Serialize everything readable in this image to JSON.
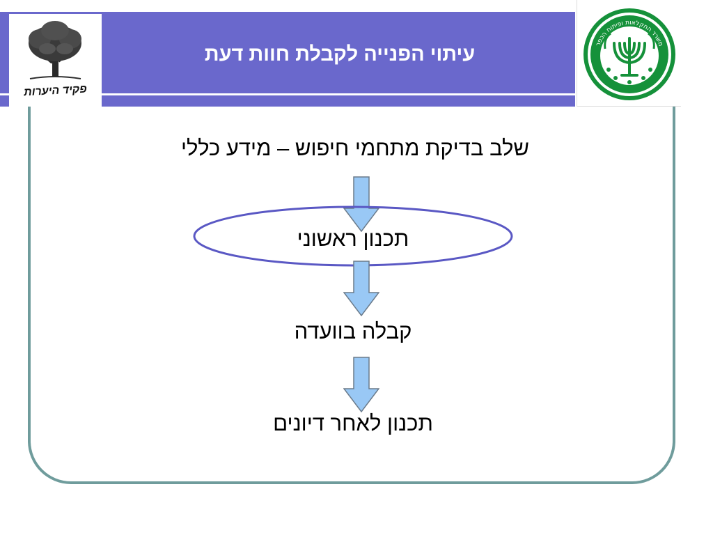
{
  "header": {
    "title": "עיתוי הפנייה לקבלת חוות דעת",
    "left_logo_caption": "פקיד היערות",
    "right_logo_text": "משרד החקלאות ופיתוח הכפר"
  },
  "flow": {
    "steps": [
      "שלב בדיקת מתחמי חיפוש – מידע כללי",
      "תכנון ראשוני",
      "קבלה בוועדה",
      "תכנון לאחר דיונים"
    ],
    "highlighted_step": 2
  },
  "colors": {
    "header_band": "#6a68cc",
    "frame": "#6f9c9c",
    "arrow_fill": "#99c8f5",
    "ellipse_stroke": "#5a58c4",
    "seal_green": "#15913a"
  },
  "icons": {
    "left_logo": "tree-logo-icon",
    "right_logo": "menorah-seal-icon",
    "arrow": "down-arrow-icon"
  }
}
